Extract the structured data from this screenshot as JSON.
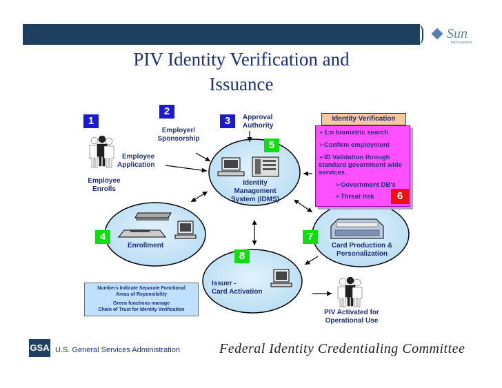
{
  "header": {
    "brand": "Sun",
    "brand_sub": "microsystems"
  },
  "title": {
    "line1": "PIV Identity Verification and",
    "line2": "Issuance"
  },
  "steps": {
    "n1": "1",
    "n2": "2",
    "n3": "3",
    "n4": "4",
    "n5": "5",
    "n6": "6",
    "n7": "7",
    "n8": "8"
  },
  "labels": {
    "employer_l1": "Employer/",
    "employer_l2": "Sponsorship",
    "approval_l1": "Approval",
    "approval_l2": "Authority",
    "employee_app_l1": "Employee",
    "employee_app_l2": "Application",
    "employee_enrolls_l1": "Employee",
    "employee_enrolls_l2": "Enrolls",
    "idms_l1": "Identity",
    "idms_l2": "Management",
    "idms_l3": "System (IDMS)",
    "enrollment": "Enrollment",
    "card_prod_l1": "Card Production &",
    "card_prod_l2": "Personalization",
    "issuer_l1": "Issuer -",
    "issuer_l2": "Card Activation",
    "piv_l1": "PIV Activated for",
    "piv_l2": "Operational Use"
  },
  "identity_verification": {
    "header": "Identity Verification",
    "items": [
      "➢1:n biometric search",
      "➢Confirm employment",
      "➢ID Validation through",
      "standard government wide",
      "services",
      "➢Government DB's",
      "➢Threat risk"
    ]
  },
  "note": {
    "lines": [
      "Numbers Indicate Separate Functional",
      "Areas of Reponsibility",
      "Green functions manage",
      "Chain of Trust for Identity Verification"
    ]
  },
  "footer": {
    "gsa_logo": "GSA",
    "gsa_text": "U.S. General Services Administration",
    "fed_text": "Federal Identity Credentialing Committee"
  },
  "colors": {
    "header_bar": "#1e4060",
    "title_text": "#1e2e78",
    "ellipse_fill": "#c8e6f8",
    "step_blue": "#1a1ad0",
    "step_green": "#11dd11",
    "step_red": "#ee1111",
    "idv_fill": "#ff50ff"
  }
}
